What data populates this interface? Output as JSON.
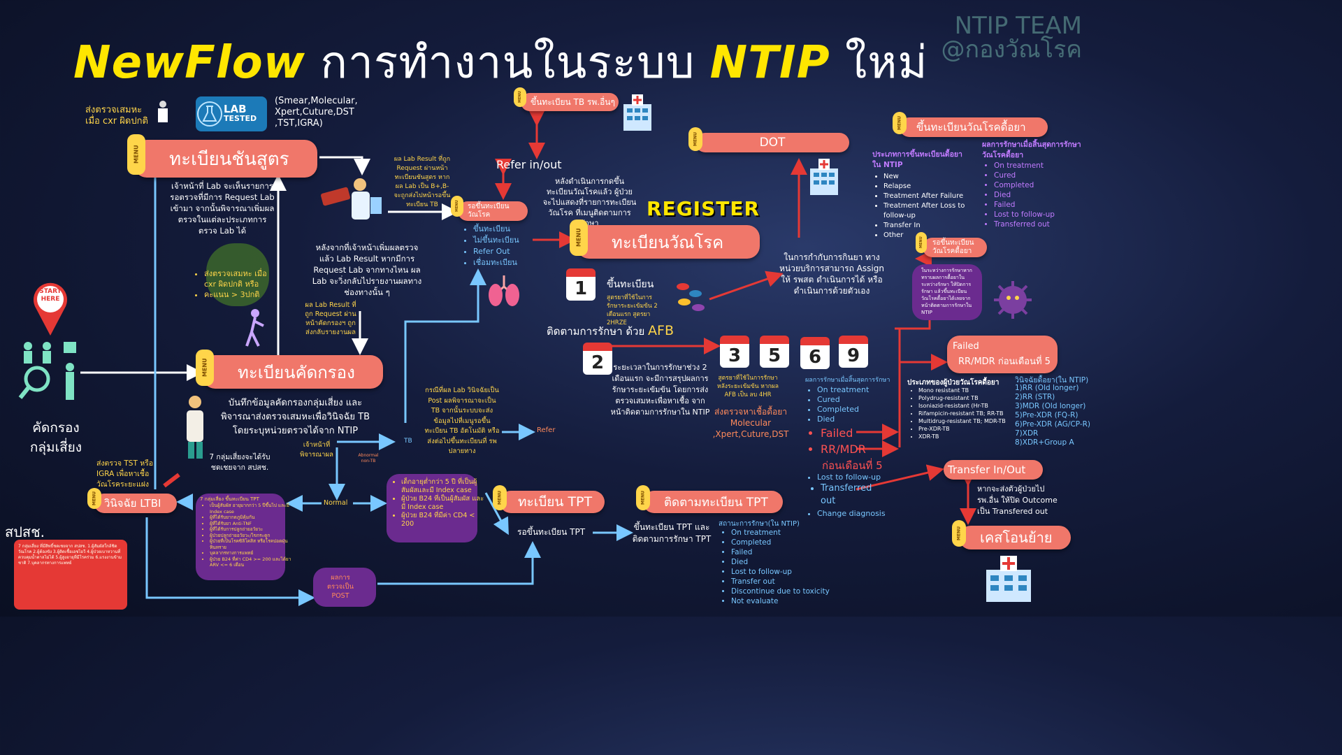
{
  "title": {
    "part1": "NewFlow",
    "part2": " การทำงานในระบบ ",
    "part3": "NTIP",
    "part4": " ใหม่"
  },
  "watermark": {
    "line1": "NTIP TEAM",
    "line2": "@กองวัณโรค"
  },
  "tags": {
    "menu": "MENU"
  },
  "lab": {
    "badge1": "LAB",
    "badge2": "TESTED",
    "tests": "(Smear,Molecular,\nXpert,Cuture,DST\n,TST,IGRA)"
  },
  "send_sputum": "ส่งตรวจเสมหะ\nเมื่อ cxr ผิดปกติ",
  "lab_register": {
    "label": "ทะเบียนชันสูตร",
    "desc": "เจ้าหน้าที่ Lab จะเห็นรายการรอตรวจที่มีการ Request Lab เข้ามา จากนั้นพิจารณาเพิ่มผลตรวจในแต่ละประเภทการตรวจ Lab ได้"
  },
  "result_note": "ผล Lab Result ที่ถูก Request ผ่านหน้าทะเบียนชันสูตร หากผล Lab เป็น B+,B- จะถูกส่งไปหน้ารอขึ้นทะเบียน TB",
  "after_lab": "หลังจากที่เจ้าหน้าเพิ่มผลตรวจแล้ว Lab Result หากมีการ Request Lab จากทางไหน ผล Lab จะวิ่งกลับไปรายงานผลทางช่องทางนั้น ๆ",
  "result_note2": "ผล Lab Result ที่ถูก Request ผ่านหน้าคัดกรองฯ ถูกส่งกลับรายงานผล",
  "screen_bullets": [
    "ส่งตรวจเสมหะ เมื่อ cxr ผิดปกติ หรือ",
    "คะแนน > 3ปกติ"
  ],
  "start_here": "START HERE",
  "screening": {
    "line1": "คัดกรอง",
    "line2": "กลุ่มเสี่ยง"
  },
  "screen_register": {
    "label": "ทะเบียนคัดกรอง",
    "desc": "บันทึกข้อมูลคัดกรองกลุ่มเสี่ยง และพิจารณาส่งตรวจเสมหะเพื่อวินิจฉัย TB โดยระบุหน่วยตรวจได้จาก NTIP"
  },
  "seven_groups": "7 กลุ่มเสี่ยงจะได้รับชดเชยจาก สปสช.",
  "tst_note": "ส่งตรวจ TST หรือ IGRA เพื่อหาเชื้อวัณโรคระยะแฝง",
  "ltbi": {
    "label": "วินิจฉัย LTBI"
  },
  "nhso": "สปสช.",
  "nhso_box": "7 กลุ่มเสี่ยง ที่มีสิทธิ์ชดเชยจาก สปสช. 1.ผู้สัมผัสใกล้ชิดวัณโรค 2.ผู้ต้องขัง 3.ผู้ติดเชื้อเอชไอวี 4.ผู้ป่วยเบาหวานที่ควบคุมน้ำตาลไม่ได้ 5.ผู้สูงอายุที่มีโรคร่วม 6.แรงงานข้ามชาติ 7.บุคลากรทางการแพทย์",
  "waiting_tb": {
    "label": "รอขึ้นทะเบียน\nวัณโรค",
    "items": [
      "ขึ้นทะเบียน",
      "ไม่ขึ้นทะเบียน",
      "Refer Out",
      "เชื่อมทะเบียน"
    ]
  },
  "refer_other": {
    "label": "ขึ้นทะเบียน TB รพ.อื่นๆ"
  },
  "refer_inout": "Refer in/out",
  "after_register": "หลังดำเนินการกดขึ้นทะเบียนวัณโรคแล้ว ผู้ป่วยจะไปแสดงที่รายการทะเบียนวัณโรค ที่เมนูติดตามการรักษา",
  "dot": {
    "label": "DOT"
  },
  "dot_desc": "ในการกำกับการกินยา ทางหน่วยบริการสามารถ Assign ให้ รพสต ดำเนินการได้ หรือ ดำเนินการด้วยตัวเอง",
  "register_word": "REGISTER",
  "tb_register": {
    "label": "ทะเบียนวัณโรค"
  },
  "reg_step": "ขึ้นทะเบียน",
  "regimen1": "สูตรยาที่ใช้ในการรักษาระยะเข้มข้น 2 เดือนแรก สูตรยา 2HRZE",
  "follow_afb": {
    "part1": "ติดตามการรักษา ด้วย ",
    "part2": "AFB"
  },
  "phase_desc": "ระยะเวลาในการรักษาช่วง 2 เดือนแรก จะมีการสรุปผลการรักษาระยะเข้มข้น โดยการส่งตรวจเสมหะเพื่อหาเชื้อ จากหน้าติดตามการรักษาใน NTIP",
  "regimen2": "สูตรยาที่ใช้ในการรักษาหลังระยะเข้มข้น หากผล AFB เป็น ลบ 4HR",
  "resist_test": "ส่งตรวจหาเชื้อดื้อยา\nMolecular\n,Xpert,Cuture,DST",
  "cal_days": [
    "1",
    "2",
    "3",
    "5",
    "6",
    "9"
  ],
  "outcome_title": "ผลการรักษาเมื่อสิ้นสุดการรักษา",
  "outcomes": [
    "On treatment",
    "Cured",
    "Completed",
    "Died"
  ],
  "failed_rr": {
    "failed": "Failed",
    "rr": "RR/MDR",
    "before5": "ก่อนเดือนที่ 5"
  },
  "outcomes2": [
    "Lost to follow-up"
  ],
  "transferred": "Transferred\nout",
  "change_diag": "Change diagnosis",
  "dr_register": {
    "label": "ขึ้นทะเบียนวัณโรคดื้อยา"
  },
  "dr_types_title": "ประเภทการขึ้นทะเบียนดื้อยาใน NTIP",
  "dr_types": [
    "New",
    "Relapse",
    "Treatment After Failure",
    "Treatment After Loss to follow-up",
    "Transfer In",
    "Other"
  ],
  "dr_outcome_title": "ผลการรักษาเมื่อสิ้นสุดการรักษาวัณโรคดื้อยา",
  "dr_outcomes": [
    "On treatment",
    "Cured",
    "Completed",
    "Died",
    "Failed",
    "Lost to follow-up",
    "Transferred out"
  ],
  "dr_waiting": {
    "label": "รอขึ้นทะเบียน\nวัณโรคดื้อยา"
  },
  "dr_wait_desc": "ในระหว่างการรักษาหากทราบผลการดื้อยาในระหว่างรักษา ให้ปิดการรักษา แล้วขึ้นทะเบียนวัณโรคดื้อยาได้เลยจากหน้าติดตามการรักษาใน NTIP",
  "failed_box": {
    "line1": "Failed",
    "line2": "RR/MDR ก่อนเดือนที่ 5"
  },
  "patient_types_title": "ประเภทของผู้ป่วยวัณโรคดื้อยา",
  "patient_types": [
    "Mono resistant TB",
    "Polydrug-resistant TB",
    "Isoniazid-resistant (Hr-TB",
    "Rifampicin-resistant TB; RR-TB",
    "Multidrug-resistant TB; MDR-TB",
    "Pre-XDR-TB",
    "XDR-TB"
  ],
  "dr_reg_types_title": "วินิจฉัยดื้อยา(ใน NTIP)",
  "dr_reg_types": [
    "1)RR (Old longer)",
    "2)RR (STR)",
    "3)MDR (Old longer)",
    "5)Pre-XDR (FQ-R)",
    "6)Pre-XDR (AG/CP-R)",
    "7)XDR",
    "8)XDR+Group A"
  ],
  "transfer_inout": {
    "label": "Transfer In/Out",
    "desc": "หากจะส่งตัวผู้ป่วยไป รพ.อื่น ให้ปิด Outcome เป็น Transfered out"
  },
  "case_move": {
    "label": "เคสโอนย้าย"
  },
  "tb_case": "กรณีที่ผล Lab วินิจฉัยเป็น Post ผลพิจารณาจะเป็น TB จากนั้นระบบจะส่งข้อมูลไปที่เมนูรอขึ้นทะเบียน TB อัตโนมัติ หรือส่งต่อไปขึ้นทะเบียนที่ รพ ปลายทาง",
  "tb_label": "TB",
  "refer_label": "Refer",
  "staff_consider": "เจ้าหน้าที่\nพิจารณาผล",
  "abnormal": "Abnormal\nnon-TB",
  "normal": "Normal",
  "child_note": [
    "เด็กอายุต่ำกว่า 5 ปี ที่เป็นผู้สัมผัสและมี Index case",
    "ผู้ป่วย B24 ที่เป็นผู้สัมผัส และ มี Index case",
    "ผู้ป่วย B24 ที่มีค่า CD4 < 200"
  ],
  "seven_title": "7 กลุ่มเสี่ยง ขึ้นทะเบียน TPT",
  "seven_list": [
    "เป็นผู้สัมผัส อายุมากกว่า 5 ปีขึ้นไป และมี Index case",
    "ผู้ที่ได้รับยากดภูมิคุ้มกัน",
    "ผู้ที่ได้รับยา Anti-TNF",
    "ผู้ที่ได้รับการปลูกถ่ายอวัยวะ",
    "ผู้ป่วยปลูกถ่ายอวัยวะ/ไขกระดูก",
    "ผู้ป่วยที่เป็นโรคซิลิโคสิส หรือโรคปอดฝุ่นหินทราย",
    "บุคลากรทางการแพทย์",
    "ผู้ป่วย B24 ที่ค่า CD4 >= 200 และได้ยา ARV <= 6 เดือน"
  ],
  "post_result": "ผลการ\nตรวจเป็น\nPOST",
  "tpt_register": {
    "label": "ทะเบียน TPT",
    "desc": "รอขึ้นทะเบียน TPT"
  },
  "tpt_follow": {
    "label": "ติดตามทะเบียน TPT",
    "desc": "ขึ้นทะเบียน TPT และติดตามการรักษา TPT"
  },
  "tpt_status_title": "สถานะการรักษา(ใน NTIP)",
  "tpt_status": [
    "On treatment",
    "Completed",
    "Failed",
    "Died",
    "Lost to follow-up",
    "Transfer out",
    "Discontinue due to toxicity",
    "Not evaluate"
  ],
  "colors": {
    "pill": "#f0776a",
    "yellow": "#ffe600",
    "tag": "#ffd54a",
    "arrow_red": "#e53935",
    "arrow_blue": "#79c7ff"
  }
}
